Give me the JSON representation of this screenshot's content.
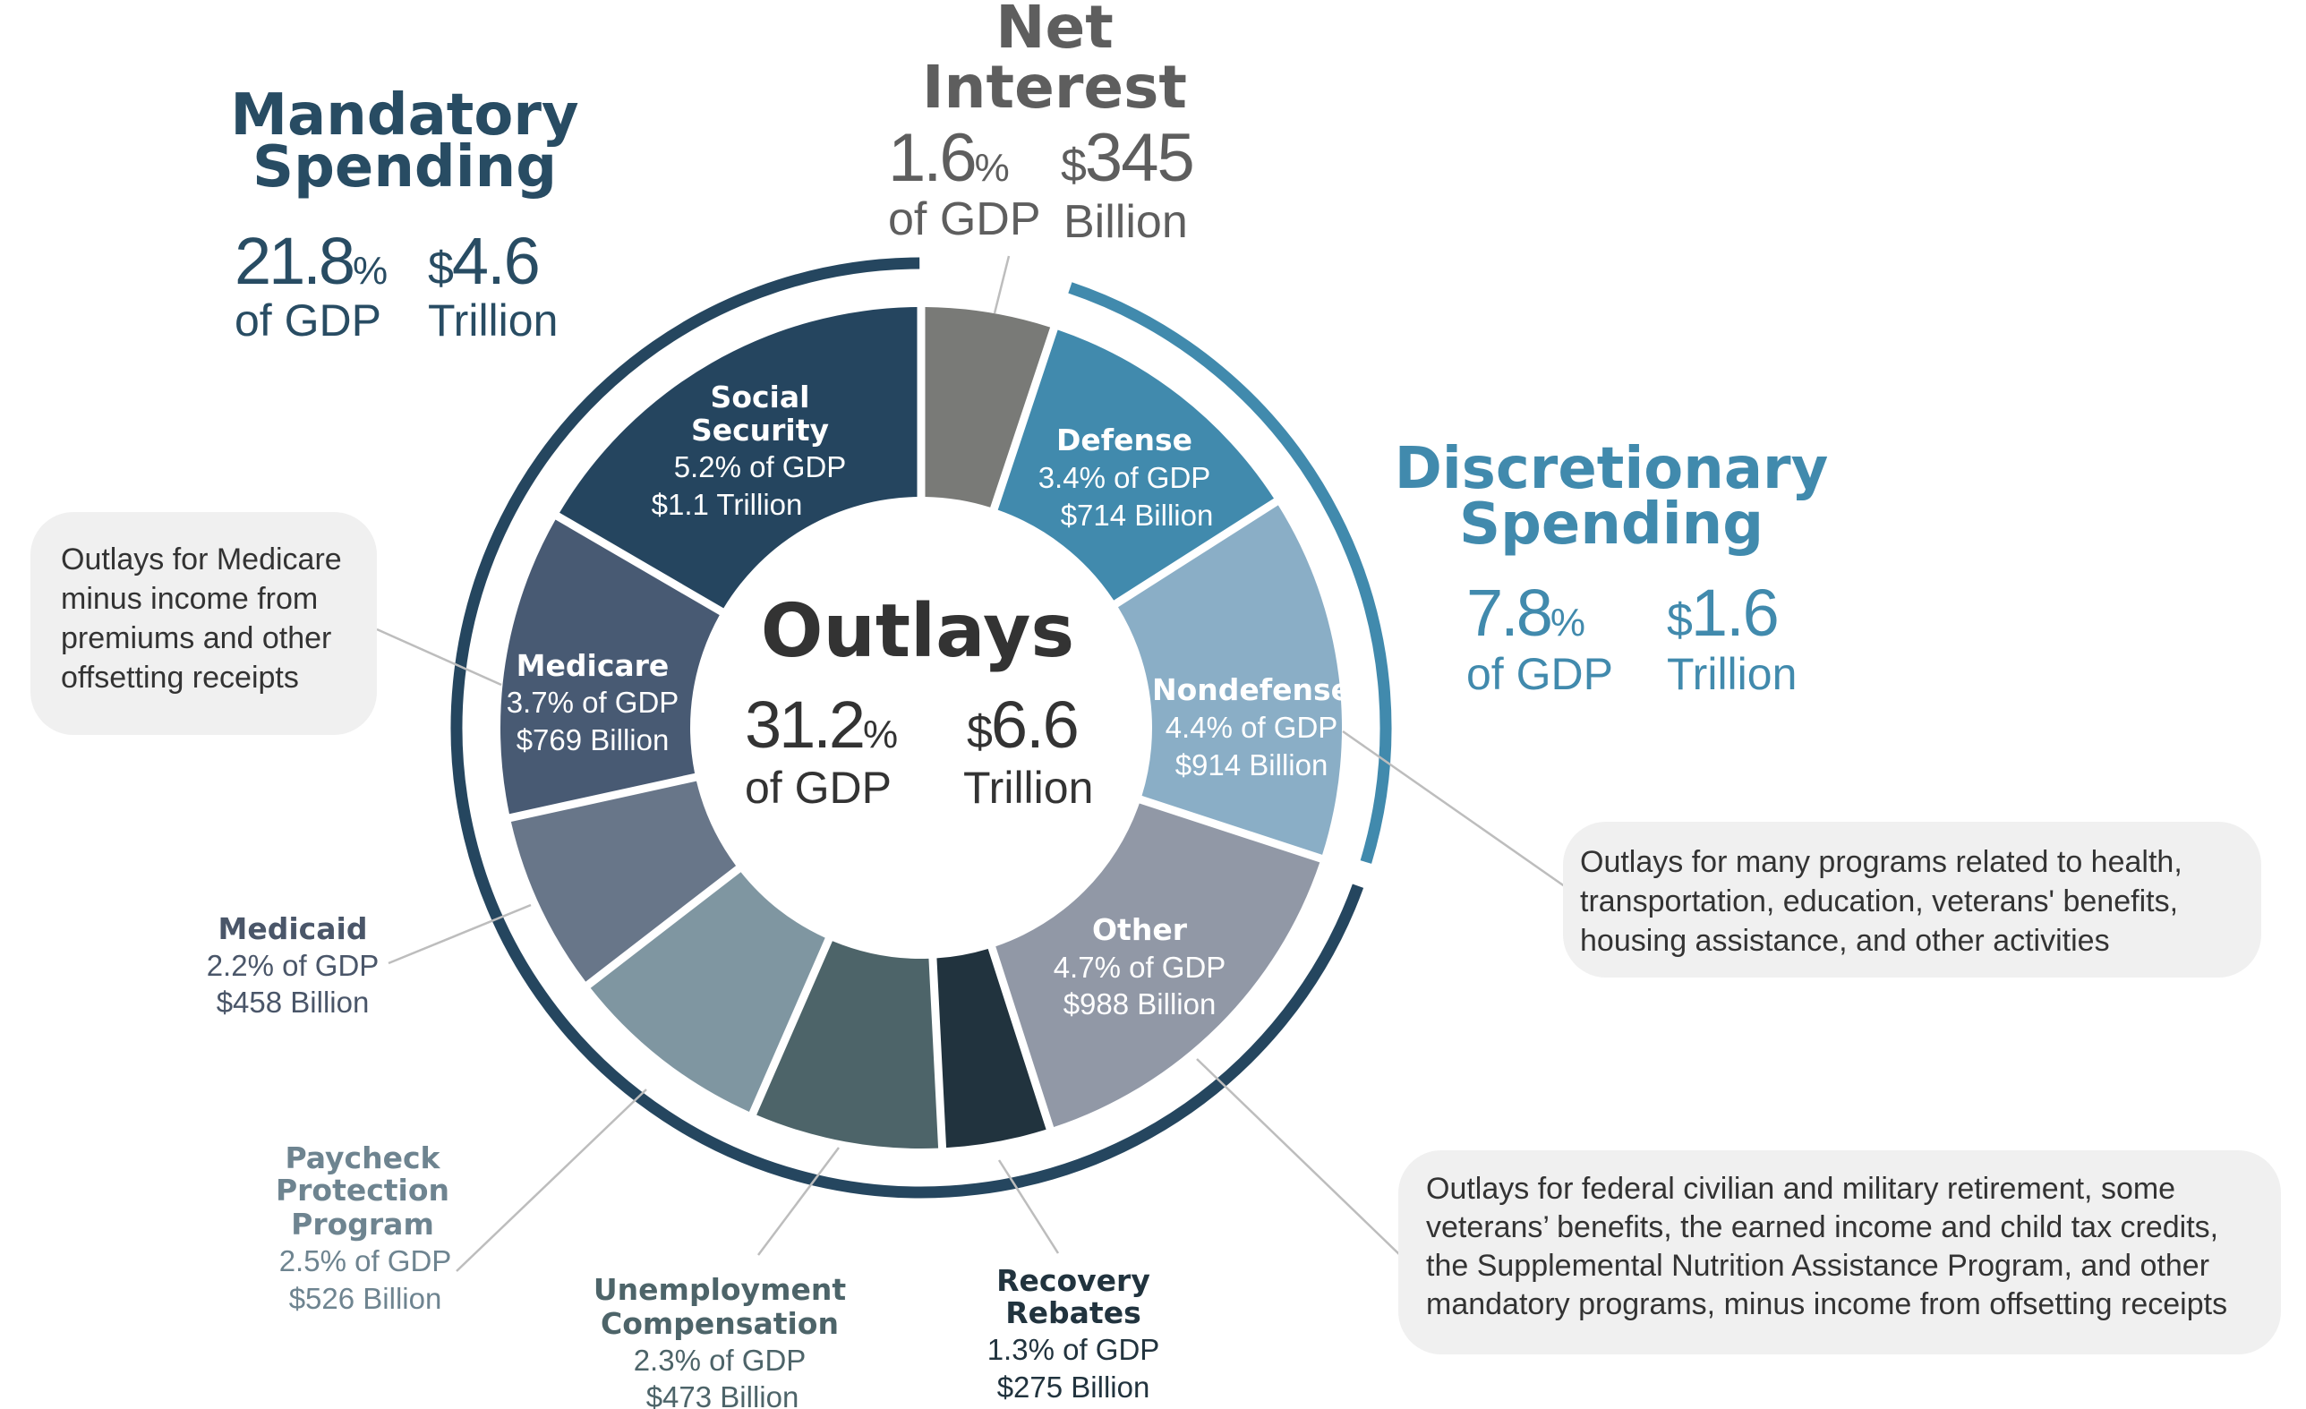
{
  "chart_data": {
    "type": "pie",
    "subtype": "donut",
    "title": "Outlays",
    "center": {
      "title": "Outlays",
      "pct": "31.2",
      "pct_suffix": "%",
      "pct_label": "of GDP",
      "amount": "6.6",
      "amount_prefix": "$",
      "amount_label": "Trillion"
    },
    "unit": "% of GDP",
    "slices": [
      {
        "name": "Net Interest",
        "pct_gdp": 1.6,
        "amount": "$345 Billion",
        "color": "#797a77",
        "group": "Net Interest"
      },
      {
        "name": "Defense",
        "pct_gdp": 3.4,
        "amount": "$714 Billion",
        "color": "#418aad",
        "group": "Discretionary Spending"
      },
      {
        "name": "Nondefense",
        "pct_gdp": 4.4,
        "amount": "$914 Billion",
        "color": "#8aaec6",
        "group": "Discretionary Spending"
      },
      {
        "name": "Other",
        "pct_gdp": 4.7,
        "amount": "$988 Billion",
        "color": "#9198a6",
        "group": "Mandatory Spending"
      },
      {
        "name": "Recovery Rebates",
        "pct_gdp": 1.3,
        "amount": "$275 Billion",
        "color": "#21333e",
        "group": "Mandatory Spending"
      },
      {
        "name": "Unemployment Compensation",
        "pct_gdp": 2.3,
        "amount": "$473 Billion",
        "color": "#4d6469",
        "group": "Mandatory Spending"
      },
      {
        "name": "Paycheck Protection Program",
        "pct_gdp": 2.5,
        "amount": "$526 Billion",
        "color": "#7f96a1",
        "group": "Mandatory Spending"
      },
      {
        "name": "Medicaid",
        "pct_gdp": 2.2,
        "amount": "$458 Billion",
        "color": "#687689",
        "group": "Mandatory Spending"
      },
      {
        "name": "Medicare",
        "pct_gdp": 3.7,
        "amount": "$769 Billion",
        "color": "#485a73",
        "group": "Mandatory Spending"
      },
      {
        "name": "Social Security",
        "pct_gdp": 5.2,
        "amount": "$1.1 Trillion",
        "color": "#25455f",
        "group": "Mandatory Spending"
      }
    ],
    "groups": [
      {
        "name": "Mandatory Spending",
        "pct_gdp": 21.8,
        "amount": "$4.6 Trillion",
        "color": "#25465f"
      },
      {
        "name": "Net Interest",
        "pct_gdp": 1.6,
        "amount": "$345 Billion",
        "color": "#5e5e5e"
      },
      {
        "name": "Discretionary Spending",
        "pct_gdp": 7.8,
        "amount": "$1.6 Trillion",
        "color": "#418aad"
      }
    ]
  },
  "groups": {
    "mandatory": {
      "title1": "Mandatory",
      "title2": "Spending",
      "pct": "21.8",
      "pct_suffix": "%",
      "pct_label": "of GDP",
      "dollar": "$",
      "amount": "4.6",
      "amount_label": "Trillion",
      "color": "#284c63"
    },
    "net_interest": {
      "title1": "Net",
      "title2": "Interest",
      "pct": "1.6",
      "pct_suffix": "%",
      "pct_label": "of GDP",
      "dollar": "$",
      "amount": "345",
      "amount_label": "Billion",
      "color": "#5e5e5e"
    },
    "discretionary": {
      "title1": "Discretionary",
      "title2": "Spending",
      "pct": "7.8",
      "pct_suffix": "%",
      "pct_label": "of GDP",
      "dollar": "$",
      "amount": "1.6",
      "amount_label": "Trillion",
      "color": "#418aad"
    }
  },
  "center": {
    "title": "Outlays",
    "pct": "31.2",
    "pct_suffix": "%",
    "pct_label": "of GDP",
    "dollar": "$",
    "amount": "6.6",
    "amount_label": "Trillion"
  },
  "labels": {
    "social_security": {
      "line1": "Social",
      "line2": "Security",
      "pct": "5.2% of GDP",
      "amount": "$1.1 Trillion"
    },
    "defense": {
      "line1": "Defense",
      "pct": "3.4% of GDP",
      "amount": "$714 Billion"
    },
    "nondefense": {
      "line1": "Nondefense",
      "pct": "4.4% of GDP",
      "amount": "$914 Billion"
    },
    "other": {
      "line1": "Other",
      "pct": "4.7% of GDP",
      "amount": "$988 Billion"
    },
    "medicare": {
      "line1": "Medicare",
      "pct": "3.7% of GDP",
      "amount": "$769 Billion"
    },
    "medicaid": {
      "line1": "Medicaid",
      "pct": "2.2% of GDP",
      "amount": "$458 Billion"
    },
    "ppp": {
      "line1": "Paycheck",
      "line2": "Protection",
      "line3": "Program",
      "pct": "2.5% of GDP",
      "amount": "$526 Billion"
    },
    "unemployment": {
      "line1": "Unemployment",
      "line2": "Compensation",
      "pct": "2.3% of GDP",
      "amount": "$473 Billion"
    },
    "recovery": {
      "line1": "Recovery",
      "line2": "Rebates",
      "pct": "1.3% of GDP",
      "amount": "$275 Billion"
    }
  },
  "callouts": {
    "medicare": [
      "Outlays for Medicare",
      "minus income from",
      "premiums and other",
      "offsetting receipts"
    ],
    "nondefense": [
      "Outlays for many programs related to health,",
      "transportation, education, veterans' benefits,",
      "housing assistance, and other activities"
    ],
    "other": [
      "Outlays for federal civilian and military retirement, some",
      "veterans’ benefits, the earned income and child tax credits,",
      "the Supplemental Nutrition Assistance Program, and other",
      "mandatory programs, minus income from offsetting receipts"
    ]
  }
}
